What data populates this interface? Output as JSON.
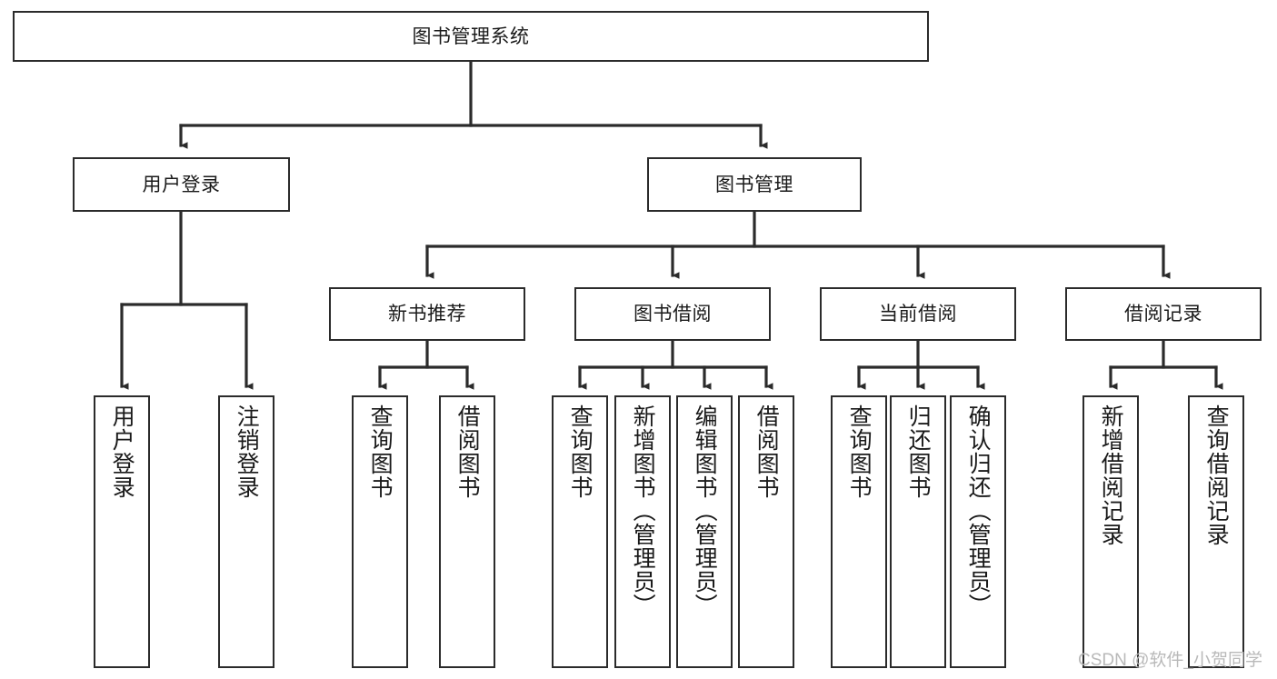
{
  "diagram": {
    "title": "图书管理系统",
    "type": "tree-hierarchy",
    "watermark": "CSDN @软件_小贺同学",
    "colors": {
      "line": "#2b2b2b",
      "box_fill": "#ffffff",
      "text": "#1a1a1a",
      "watermark": "#b9b9b9"
    }
  },
  "root": {
    "label": "图书管理系统"
  },
  "level1": [
    {
      "label": "用户登录"
    },
    {
      "label": "图书管理"
    }
  ],
  "level2": [
    {
      "label": "新书推荐"
    },
    {
      "label": "图书借阅"
    },
    {
      "label": "当前借阅"
    },
    {
      "label": "借阅记录"
    }
  ],
  "leaves": {
    "user_login": [
      {
        "label": "用户登录"
      },
      {
        "label": "注销登录"
      }
    ],
    "new_book_recommend": [
      {
        "label": "查询图书"
      },
      {
        "label": "借阅图书"
      }
    ],
    "book_borrow": [
      {
        "label": "查询图书"
      },
      {
        "label": "新增图书（管理员）"
      },
      {
        "label": "编辑图书（管理员）"
      },
      {
        "label": "借阅图书"
      }
    ],
    "current_borrow": [
      {
        "label": "查询图书"
      },
      {
        "label": "归还图书"
      },
      {
        "label": "确认归还（管理员）"
      }
    ],
    "borrow_record": [
      {
        "label": "新增借阅记录"
      },
      {
        "label": "查询借阅记录"
      }
    ]
  }
}
